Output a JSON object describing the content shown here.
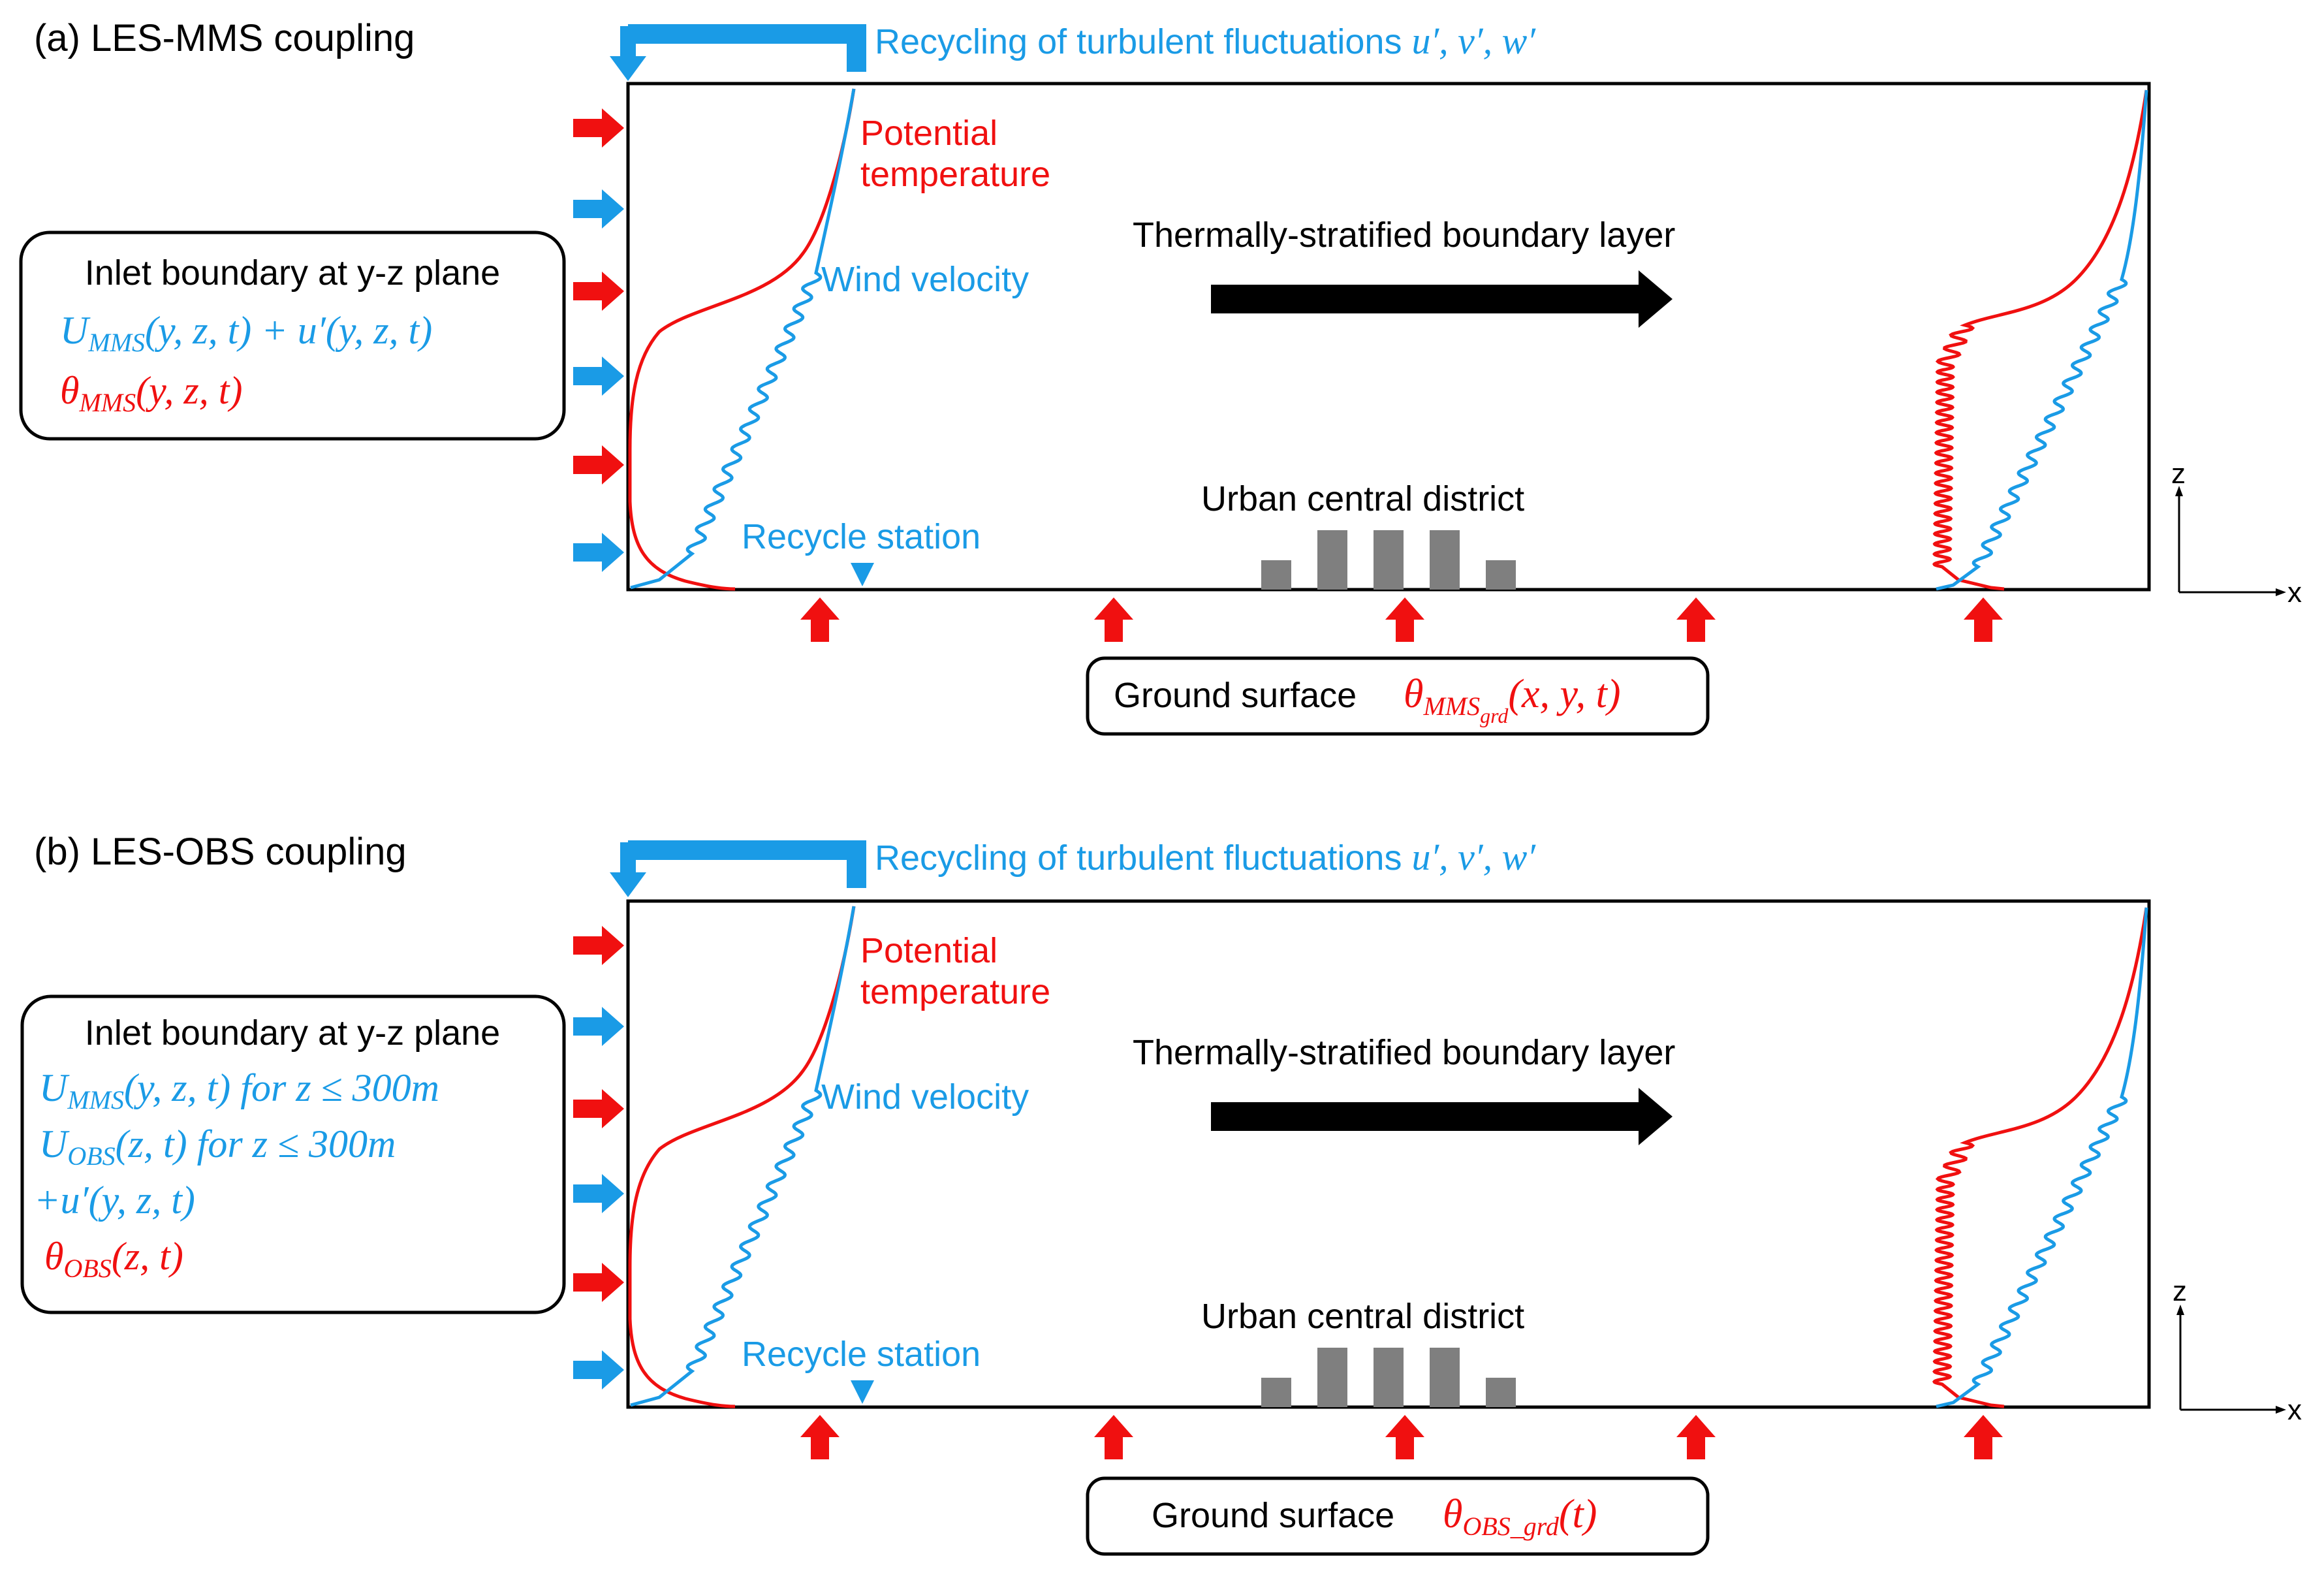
{
  "colors": {
    "blue": "#1a9be6",
    "red": "#f01010",
    "black": "#000000",
    "gray": "#7f7f7f"
  },
  "panels": [
    {
      "id": "a",
      "title": "(a) LES-MMS coupling",
      "recycle_label": "Recycling of turbulent fluctuations ",
      "recycle_math": "u′, v′, w′",
      "potential_label_1": "Potential",
      "potential_label_2": "temperature",
      "wind_label": "Wind velocity",
      "flow_label": "Thermally-stratified boundary layer",
      "district_label": "Urban central district",
      "station_label": "Recycle station",
      "inlet_title": "Inlet boundary at y-z plane",
      "inlet_lines": [
        {
          "text": "U_MMS(y, z, t) + u′(y, z, t)",
          "main": "U",
          "sub": "MMS",
          "rest": "(y, z, t) + u′(y, z, t)",
          "color": "blue"
        },
        {
          "text": "θ_MMS(y, z, t)",
          "main": "θ",
          "sub": "MMS",
          "rest": "(y, z, t)",
          "color": "red"
        }
      ],
      "ground_label": "Ground surface",
      "ground_math": {
        "main": "θ",
        "sub": "MMS",
        "subsub": "grd",
        "rest": "(x, y, t)"
      },
      "axis_z": "z",
      "axis_x": "x"
    },
    {
      "id": "b",
      "title": "(b) LES-OBS coupling",
      "recycle_label": "Recycling of turbulent fluctuations ",
      "recycle_math": "u′, v′, w′",
      "potential_label_1": "Potential",
      "potential_label_2": "temperature",
      "wind_label": "Wind velocity",
      "flow_label": "Thermally-stratified boundary layer",
      "district_label": "Urban central district",
      "station_label": "Recycle station",
      "inlet_title": "Inlet boundary at y-z plane",
      "inlet_lines": [
        {
          "text": "U_MMS(y, z, t) for z ≤ 300m",
          "main": "U",
          "sub": "MMS",
          "rest": "(y, z, t) for z ≤ 300m",
          "color": "blue"
        },
        {
          "text": "U_OBS(z, t) for z ≤ 300m",
          "main": "U",
          "sub": "OBS",
          "rest": "(z, t) for z ≤ 300m",
          "color": "blue"
        },
        {
          "text": "+u′(y, z, t)",
          "main": "+u′(y, z, t)",
          "sub": "",
          "rest": "",
          "color": "blue"
        },
        {
          "text": "θ_OBS(z, t)",
          "main": "θ",
          "sub": "OBS",
          "rest": "(z, t)",
          "color": "red"
        }
      ],
      "ground_label": "Ground surface",
      "ground_math": {
        "main": "θ",
        "sub": "OBS_grd",
        "subsub": "",
        "rest": "(t)"
      },
      "axis_z": "z",
      "axis_x": "x"
    }
  ]
}
